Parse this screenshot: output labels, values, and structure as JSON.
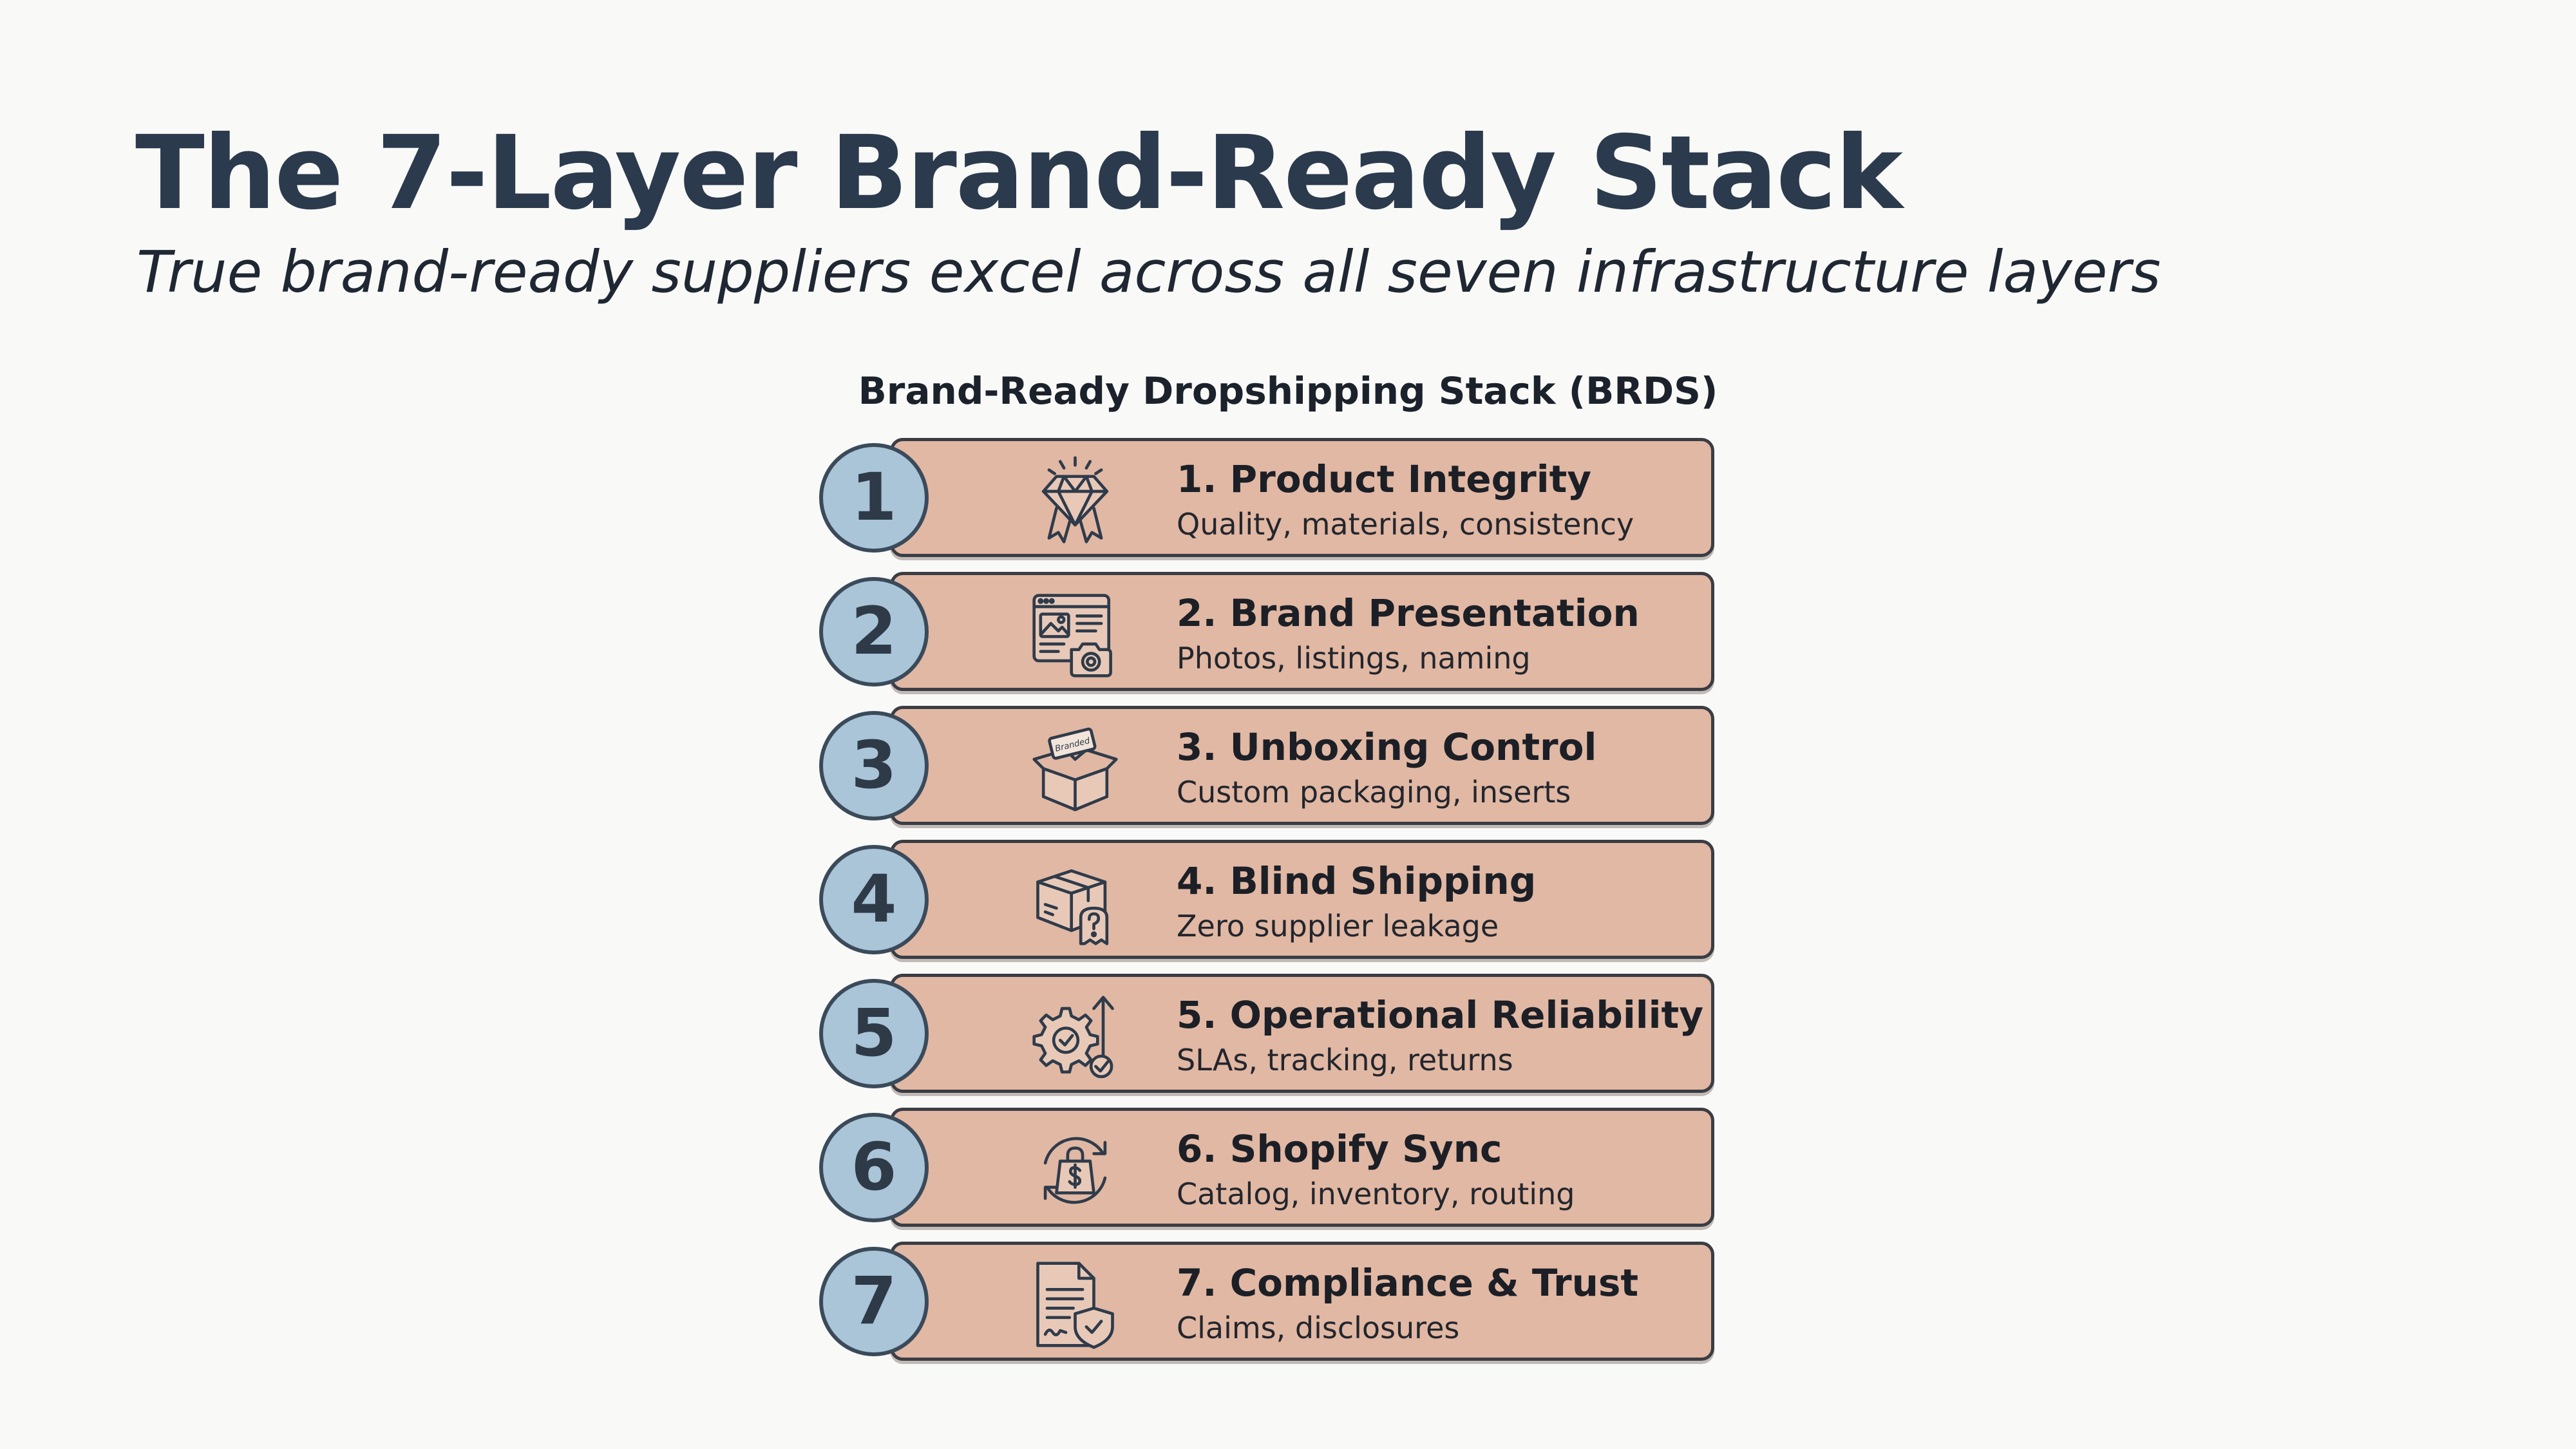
{
  "header": {
    "title": "The 7-Layer Brand-Ready Stack",
    "subtitle": "True brand-ready suppliers excel across all seven infrastructure layers"
  },
  "stack": {
    "title": "Brand-Ready Dropshipping Stack (BRDS)",
    "accent_color": "#e1b8a4",
    "badge_color": "#a9c5d7",
    "layers": [
      {
        "number": "1",
        "title": "1. Product Integrity",
        "description": "Quality, materials, consistency",
        "icon": "diamond-award-icon"
      },
      {
        "number": "2",
        "title": "2. Brand Presentation",
        "description": "Photos, listings, naming",
        "icon": "photo-camera-icon",
        "icon_text": ""
      },
      {
        "number": "3",
        "title": "3. Unboxing Control",
        "description": "Custom packaging, inserts",
        "icon": "branded-box-icon",
        "icon_text": "Branded"
      },
      {
        "number": "4",
        "title": "4. Blind Shipping",
        "description": "Zero supplier leakage",
        "icon": "package-question-icon"
      },
      {
        "number": "5",
        "title": "5. Operational Reliability",
        "description": "SLAs, tracking, returns",
        "icon": "gear-check-icon"
      },
      {
        "number": "6",
        "title": "6. Shopify Sync",
        "description": "Catalog, inventory, routing",
        "icon": "sync-bag-icon"
      },
      {
        "number": "7",
        "title": "7. Compliance & Trust",
        "description": "Claims, disclosures",
        "icon": "document-shield-icon"
      }
    ]
  }
}
